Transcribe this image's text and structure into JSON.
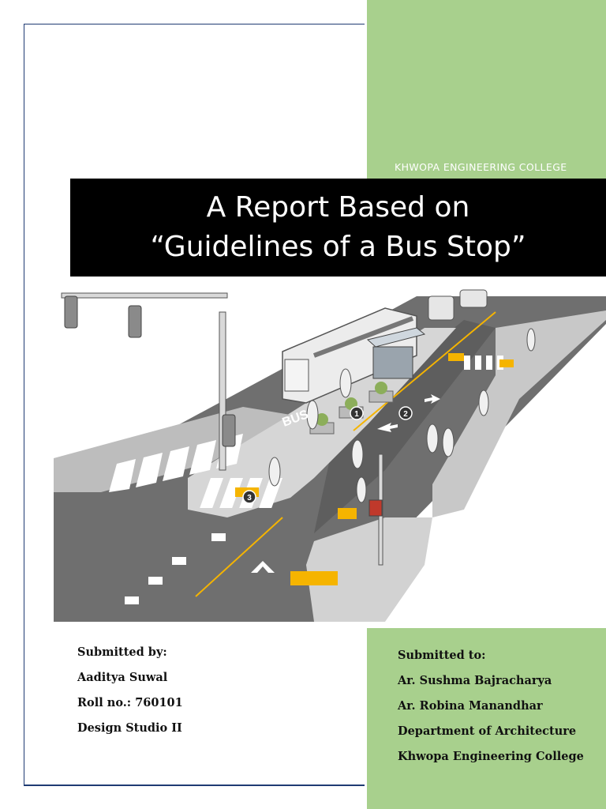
{
  "header": {
    "college": "KHWOPA ENGINEERING COLLEGE",
    "title_line1": "A Report Based on",
    "title_line2": "“Guidelines of a Bus Stop”"
  },
  "illustration": {
    "callouts": [
      "1",
      "2",
      "3"
    ],
    "road_marking": "BUS"
  },
  "submitted_by": {
    "label": "Submitted by:",
    "name": "Aaditya Suwal",
    "roll": "Roll no.: 760101",
    "course": "Design Studio II"
  },
  "submitted_to": {
    "label": "Submitted to:",
    "teacher1": "Ar. Sushma Bajracharya",
    "teacher2": "Ar. Robina Manandhar",
    "department": "Department of Architecture",
    "college": "Khwopa Engineering College"
  },
  "colors": {
    "accent_green": "#a8d08d",
    "title_bg": "#000000",
    "border_blue": "#1f3b73",
    "lane_yellow": "#f5b400"
  }
}
